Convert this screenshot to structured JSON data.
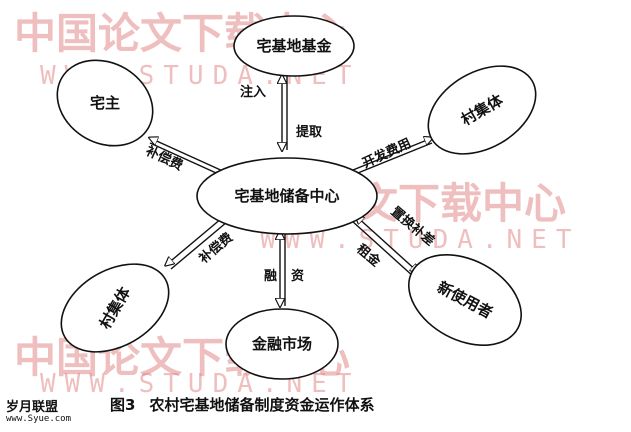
{
  "watermarks": {
    "cn": "中国论文下载中心",
    "en": "WWW.STUDA.NET"
  },
  "nodes": {
    "center": "宅基地储备中心",
    "fund": "宅基地基金",
    "owner": "宅主",
    "collective_top": "村集体",
    "collective_bottom": "村集体",
    "new_user": "新使用者",
    "market": "金融市场"
  },
  "edges": {
    "inject": "注入",
    "extract": "提取",
    "compensation_top": "补偿费",
    "dev_fee": "开发费用",
    "compensation_bottom": "补偿费",
    "replace_diff": "置换补差",
    "rent": "租金",
    "financing": "融资"
  },
  "caption": {
    "figure": "图3",
    "title": "农村宅基地储备制度资金运作体系"
  },
  "site": {
    "logo": "岁月联盟",
    "url": "www.Syue.com"
  }
}
